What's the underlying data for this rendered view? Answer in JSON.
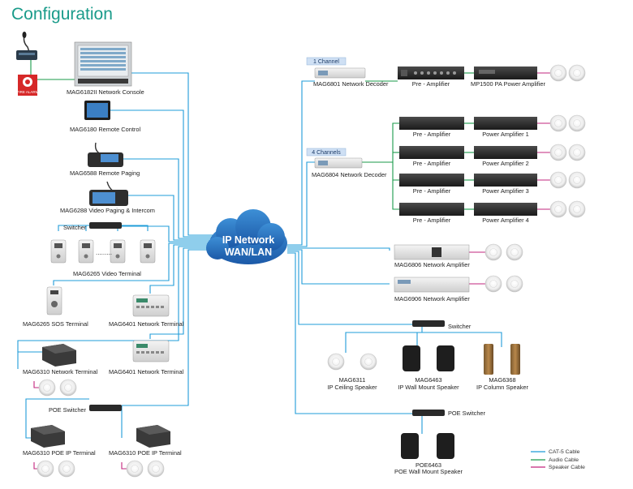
{
  "title": "Configuration",
  "cloud": {
    "line1": "IP Network",
    "line2": "WAN/LAN"
  },
  "left": {
    "console": "MAG6182II Network Console",
    "remote_control": "MAG6180 Remote Control",
    "remote_paging": "MAG6588 Remote Paging",
    "video_paging": "MAG6288 Video Paging & Intercom",
    "switcher": "Switcher",
    "video_terminal": "MAG6265 Video Terminal",
    "sos_terminal": "MAG6265 SOS Terminal",
    "net_terminal_a": "MAG6401 Network Terminal",
    "mag6310_terminal": "MAG6310 Network Terminal",
    "net_terminal_b": "MAG6401 Network Terminal",
    "poe_switcher": "POE Switcher",
    "poe_terminal_1": "MAG6310 POE IP Terminal",
    "poe_terminal_2": "MAG6310 POE IP Terminal",
    "fire_alarm": "FIRE ALARM"
  },
  "right": {
    "ch1_tag": "1 Channel",
    "decoder1": "MAG6801 Network Decoder",
    "preamp": "Pre - Amplifier",
    "mp1500": "MP1500 PA Power Amplifier",
    "ch4_tag": "4 Channels",
    "decoder4": "MAG6804 Network Decoder",
    "power_amps": [
      "Power Amplifier 1",
      "Power Amplifier 2",
      "Power Amplifier 3",
      "Power Amplifier 4"
    ],
    "net_amp_1": "MAG6806 Network Amplifier",
    "net_amp_2": "MAG6906 Network Amplifier",
    "switcher": "Switcher",
    "ceiling_model": "MAG6311",
    "ceiling_name": "IP Ceiling Speaker",
    "wall_model": "MAG6463",
    "wall_name": "IP Wall Mount Speaker",
    "column_model": "MAG6368",
    "column_name": "IP Column Speaker",
    "poe_switcher": "POE Switcher",
    "poe_wall_model": "POE6463",
    "poe_wall_name": "POE Wall Mount Speaker"
  },
  "legend": [
    {
      "label": "CAT-5 Cable",
      "color": "#1f9cd8"
    },
    {
      "label": "Audio Cable",
      "color": "#1a9a4a"
    },
    {
      "label": "Speaker Cable",
      "color": "#c2257c"
    }
  ]
}
